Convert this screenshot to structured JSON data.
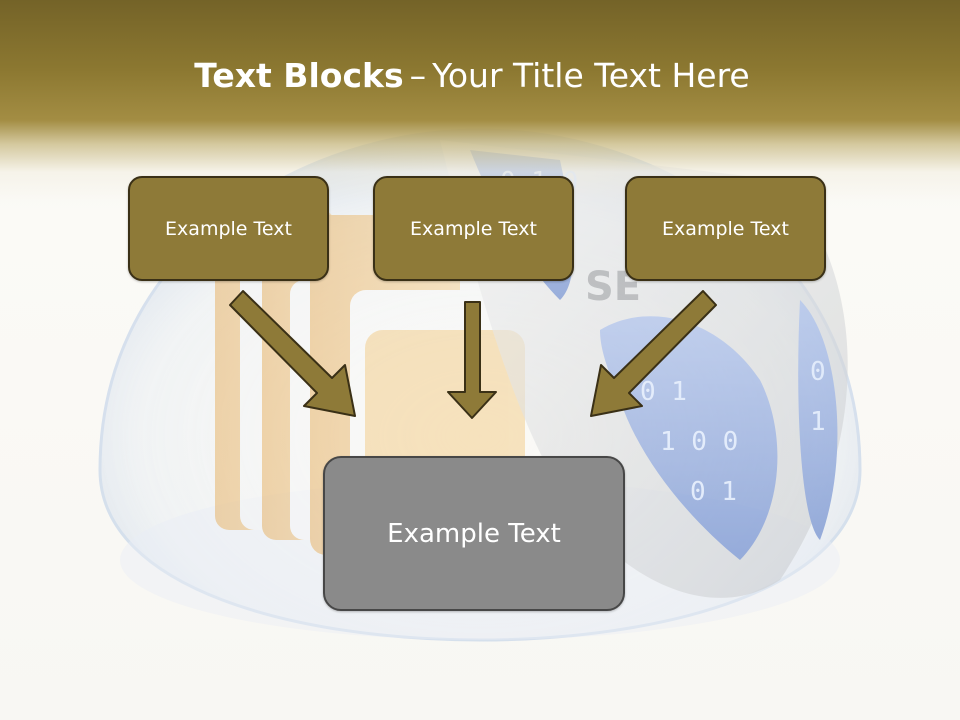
{
  "slide": {
    "title_bold": "Text Blocks",
    "title_separator": "–",
    "title_rest": "Your Title Text Here"
  },
  "blocks": [
    {
      "label": "Example Text"
    },
    {
      "label": "Example Text"
    },
    {
      "label": "Example Text"
    }
  ],
  "result_block": {
    "label": "Example Text"
  },
  "colors": {
    "header_dark": "#746328",
    "block_fill": "#8e7a38",
    "block_border": "#3a3016",
    "result_fill": "#8a8a8a",
    "arrow_fill": "#8e7a38"
  }
}
